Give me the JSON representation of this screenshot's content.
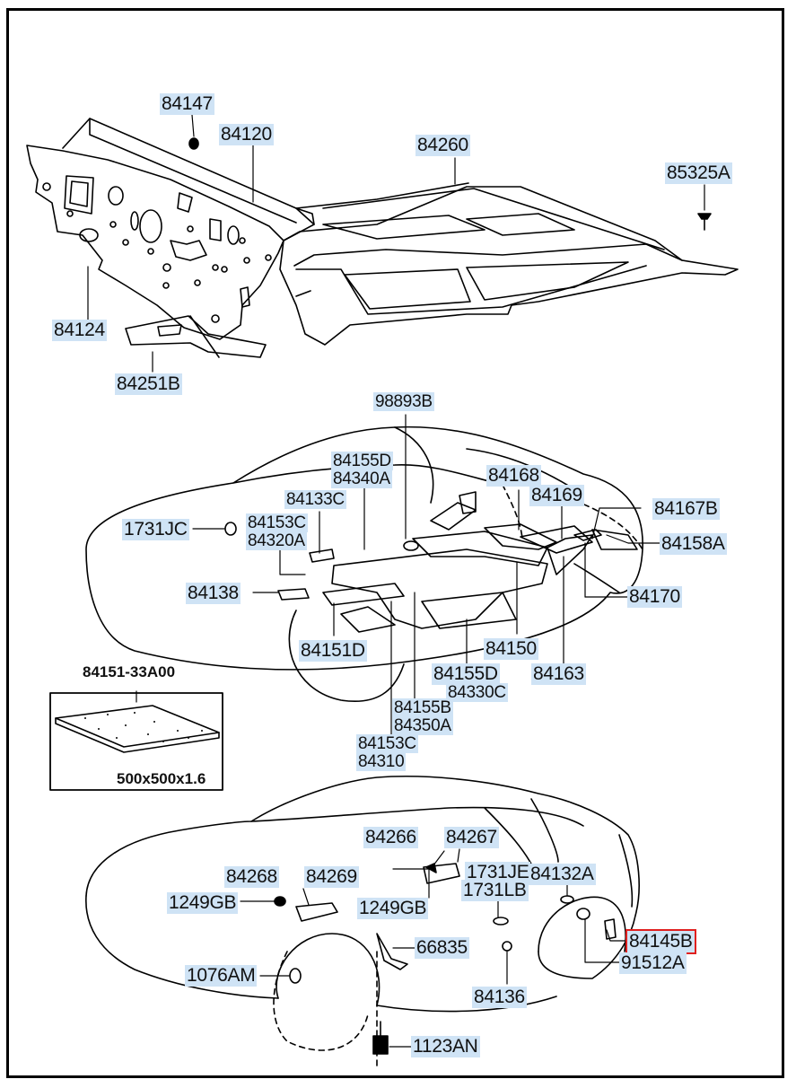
{
  "labels": {
    "p84147": "84147",
    "p84120": "84120",
    "p84260": "84260",
    "p85325A": "85325A",
    "p84124": "84124",
    "p84251B": "84251B",
    "p98893B": "98893B",
    "p84155D_a": "84155D",
    "p84340A": "84340A",
    "p84168": "84168",
    "p84169": "84169",
    "p84133C": "84133C",
    "p84167B": "84167B",
    "p1731JC": "1731JC",
    "p84153C_a": "84153C",
    "p84320A": "84320A",
    "p84158A": "84158A",
    "p84138": "84138",
    "p84170": "84170",
    "p84151D": "84151D",
    "p84150": "84150",
    "p84155D_b": "84155D",
    "p84163": "84163",
    "p84330C": "84330C",
    "p84155B": "84155B",
    "p84350A": "84350A",
    "p84153C_b": "84153C",
    "p84310": "84310",
    "p84266": "84266",
    "p84267": "84267",
    "p84268": "84268",
    "p84269": "84269",
    "p1731JE": "1731JE",
    "p84132A": "84132A",
    "p1249GB_a": "1249GB",
    "p1249GB_b": "1249GB",
    "p1731LB": "1731LB",
    "p84145B": "84145B",
    "p66835": "66835",
    "p91512A": "91512A",
    "p1076AM": "1076AM",
    "p84136": "84136",
    "p1123AN": "1123AN"
  },
  "inset": {
    "part": "84151-33A00",
    "size": "500x500x1.6"
  },
  "highlight": {
    "part": "84145B",
    "color": "#e0201f"
  },
  "label_bg": "#cfe3f5"
}
